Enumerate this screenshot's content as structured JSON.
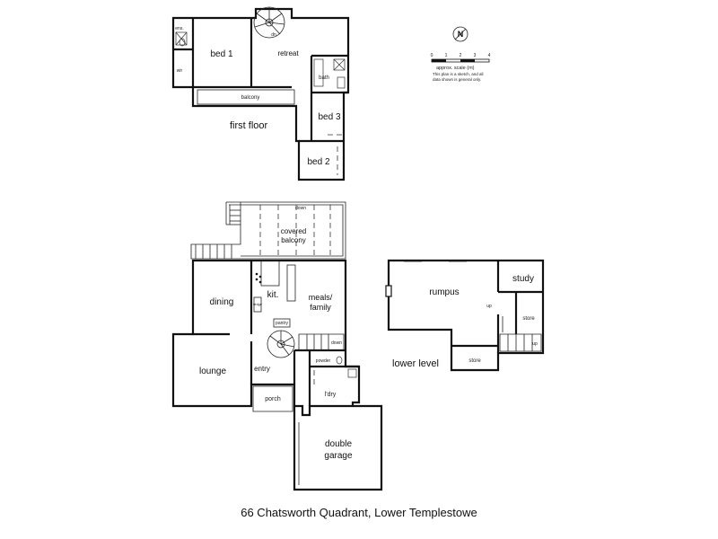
{
  "title": "66 Chatsworth Quadrant, Lower Templestowe",
  "levels": {
    "first_floor": "first floor",
    "lower_level": "lower level"
  },
  "rooms": {
    "ens": "ens.",
    "wir": "wir",
    "bed1": "bed 1",
    "retreat": "retreat",
    "bath": "bath",
    "balcony": "balcony",
    "bed3": "bed 3",
    "bed2": "bed 2",
    "covered_balcony_1": "covered",
    "covered_balcony_2": "balcony",
    "dining": "dining",
    "kit": "kit.",
    "meals_family_1": "meals/",
    "meals_family_2": "family",
    "pantry": "pantry",
    "fridge": "fridge",
    "lounge": "lounge",
    "entry": "entry",
    "powder": "powder",
    "ldry": "l'dry",
    "porch": "porch",
    "double_garage_1": "double",
    "double_garage_2": "garage",
    "rumpus": "rumpus",
    "study": "study",
    "store_1": "store",
    "store_2": "store"
  },
  "stair_labels": {
    "up": "up",
    "down": "down",
    "dn": "dn"
  },
  "scale": {
    "ticks": [
      "0",
      "1",
      "2",
      "3",
      "4"
    ],
    "label": "approx. scale (m)",
    "note_1": "This plan is a sketch, and all",
    "note_2": "data shown is general only."
  },
  "compass": {
    "letter": "N"
  }
}
